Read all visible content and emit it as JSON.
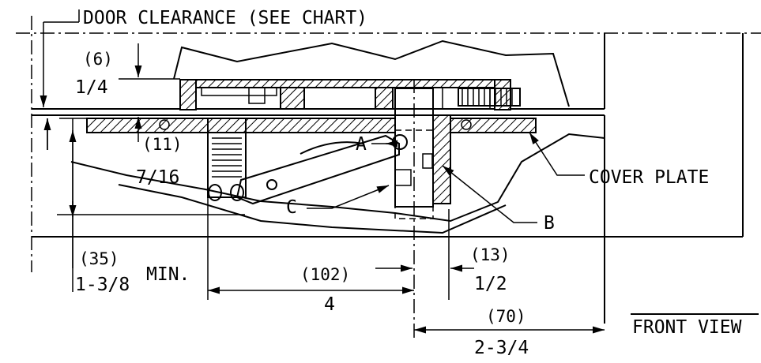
{
  "labels": {
    "door_clearance": "DOOR CLEARANCE (SEE CHART)",
    "dim_6": "(6)",
    "dim_quarter": "1/4",
    "dim_11": "(11)",
    "dim_7_16": "7/16",
    "label_a": "A",
    "label_c": "C",
    "label_b": "B",
    "cover_plate": "COVER PLATE",
    "dim_35": "(35)",
    "dim_1_3_8": "1-3/8",
    "min": "MIN.",
    "dim_102": "(102)",
    "dim_4": "4",
    "dim_13": "(13)",
    "dim_half": "1/2",
    "dim_70": "(70)",
    "dim_2_3_4": "2-3/4",
    "front_view": "FRONT VIEW"
  }
}
